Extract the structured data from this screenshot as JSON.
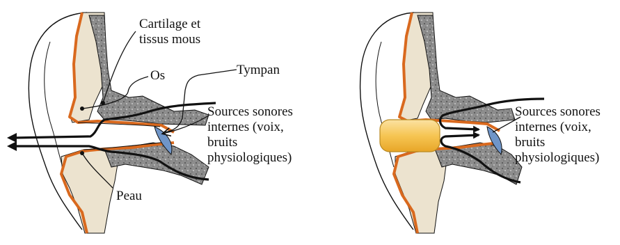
{
  "left_panel": {
    "label_cartilage": "Cartilage et\ntissus mous",
    "label_os": "Os",
    "label_tympan": "Tympan",
    "label_sources": "Sources sonores\ninternes (voix,\nbruits\nphysiologiques)",
    "label_peau": "Peau"
  },
  "right_panel": {
    "label_sources": "Sources sonores\ninternes (voix,\nbruits\nphysiologiques)"
  },
  "colors": {
    "skin": "#d9691e",
    "bone": "#8a8a8a",
    "cartilage": "#ece3cf",
    "tympan": "#6f95c8",
    "earplug": "#f4c04a",
    "outline": "#111111"
  }
}
